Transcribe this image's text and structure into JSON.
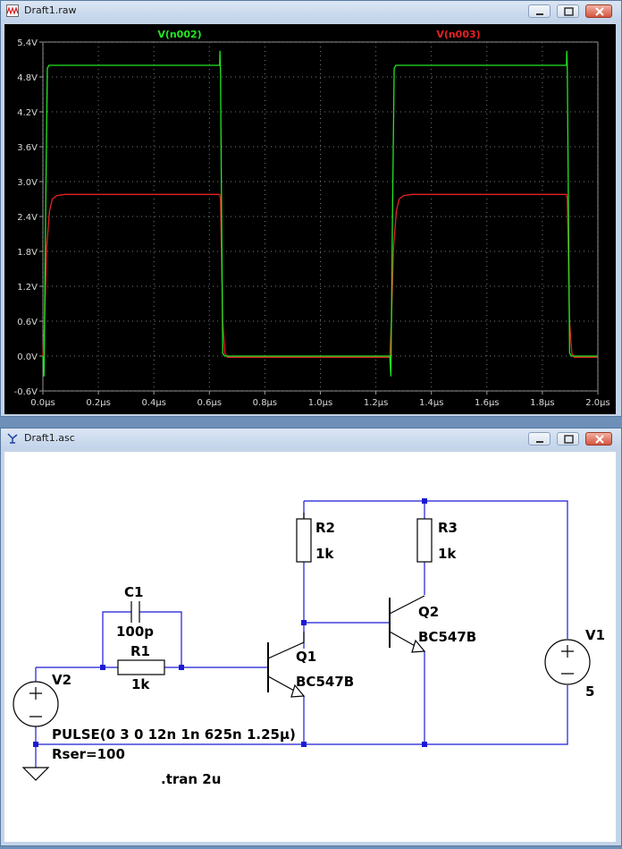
{
  "plot_window": {
    "title": "Draft1.raw",
    "legend": {
      "trace1": "V(n002)",
      "trace2": "V(n003)"
    },
    "colors": {
      "trace1": "#22e622",
      "trace2": "#e62222",
      "background": "#000000"
    }
  },
  "schematic_window": {
    "title": "Draft1.asc",
    "labels": {
      "r2_name": "R2",
      "r2_value": "1k",
      "r3_name": "R3",
      "r3_value": "1k",
      "q2_name": "Q2",
      "q2_model": "BC547B",
      "q1_name": "Q1",
      "q1_model": "BC547B",
      "c1_name": "C1",
      "c1_value": "100p",
      "r1_name": "R1",
      "r1_value": "1k",
      "v1_name": "V1",
      "v1_value": "5",
      "v2_name": "V2",
      "pulse": "PULSE(0 3 0 12n 1n 625n 1.25µ)",
      "rser": "Rser=100",
      "tran": ".tran 2u"
    },
    "wire_color": "#1a1ad4"
  },
  "chart_data": {
    "type": "line",
    "title": "",
    "xlabel": "",
    "ylabel": "",
    "x_unit": "µs",
    "y_unit": "V",
    "xlim": [
      0,
      2.0
    ],
    "ylim": [
      -0.6,
      5.4
    ],
    "xticks": [
      "0.0µs",
      "0.2µs",
      "0.4µs",
      "0.6µs",
      "0.8µs",
      "1.0µs",
      "1.2µs",
      "1.4µs",
      "1.6µs",
      "1.8µs",
      "2.0µs"
    ],
    "yticks": [
      "5.4V",
      "4.8V",
      "4.2V",
      "3.6V",
      "3.0V",
      "2.4V",
      "1.8V",
      "1.2V",
      "0.6V",
      "0.0V",
      "-0.6V"
    ],
    "series": [
      {
        "name": "V(n002)",
        "color": "#22e622",
        "x": [
          0.0,
          0.004,
          0.01,
          0.016,
          0.022,
          0.03,
          0.637,
          0.638,
          0.64,
          0.648,
          0.655,
          1.25,
          1.254,
          1.26,
          1.266,
          1.272,
          1.28,
          1.887,
          1.888,
          1.89,
          1.898,
          1.905,
          2.0
        ],
        "values": [
          0.0,
          -0.35,
          2.5,
          4.95,
          5.0,
          5.0,
          5.0,
          5.25,
          4.9,
          0.05,
          0.0,
          0.0,
          -0.35,
          2.5,
          4.95,
          5.0,
          5.0,
          5.0,
          5.25,
          4.9,
          0.05,
          0.0,
          0.0
        ]
      },
      {
        "name": "V(n003)",
        "color": "#e62222",
        "x": [
          0.0,
          0.006,
          0.014,
          0.024,
          0.034,
          0.05,
          0.08,
          0.637,
          0.64,
          0.648,
          0.656,
          0.665,
          1.25,
          1.256,
          1.264,
          1.274,
          1.284,
          1.3,
          1.33,
          1.887,
          1.89,
          1.898,
          1.906,
          1.915,
          2.0
        ],
        "values": [
          0.0,
          0.6,
          1.9,
          2.5,
          2.7,
          2.76,
          2.78,
          2.78,
          2.7,
          0.6,
          0.05,
          -0.02,
          -0.02,
          0.6,
          1.9,
          2.5,
          2.7,
          2.76,
          2.78,
          2.78,
          2.7,
          0.6,
          0.05,
          -0.02,
          -0.02
        ]
      }
    ],
    "grid": true,
    "legend_position": "top"
  }
}
